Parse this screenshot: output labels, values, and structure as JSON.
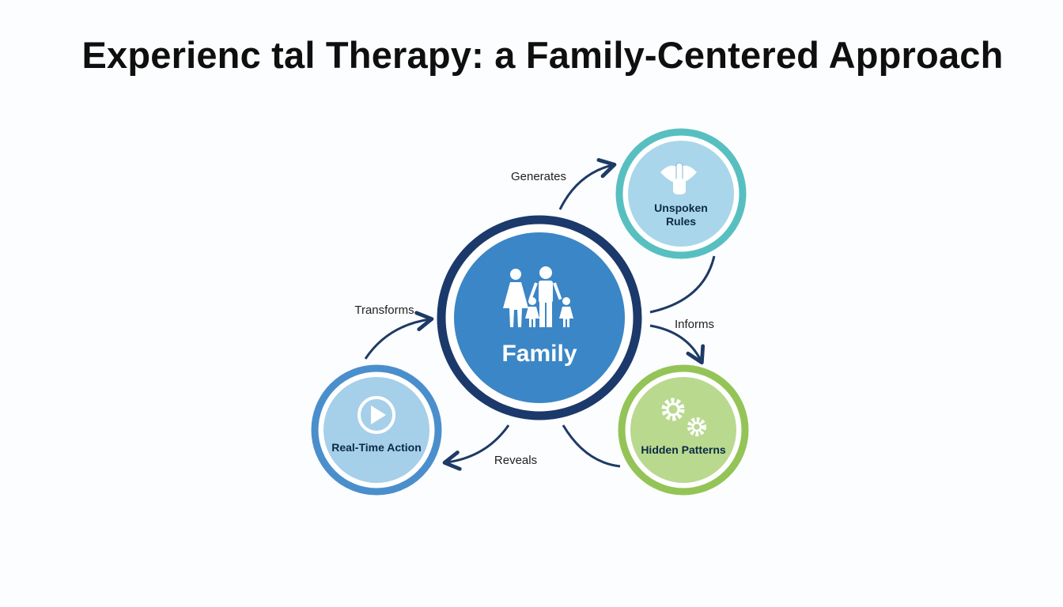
{
  "title": "Experienc tal Therapy: a Family-Centered Approach",
  "center": {
    "label": "Family",
    "icon": "family-icon"
  },
  "nodes": {
    "unspoken_rules": {
      "line1": "Unspoken",
      "line2": "Rules",
      "icon": "hush-lips-icon",
      "color": "#58bfc1"
    },
    "hidden_patterns": {
      "label": "Hidden Patterns",
      "icon": "gears-icon",
      "color": "#94c457"
    },
    "real_time_action": {
      "label": "Real-Time Action",
      "icon": "play-icon",
      "color": "#4a8fcc"
    }
  },
  "arrows": {
    "generates": "Generates",
    "informs": "Informs",
    "reveals": "Reveals",
    "transforms": "Transforms"
  },
  "colors": {
    "center_ring": "#1b3a6b",
    "center_fill": "#3b86c6",
    "arrow": "#1e3a66"
  }
}
